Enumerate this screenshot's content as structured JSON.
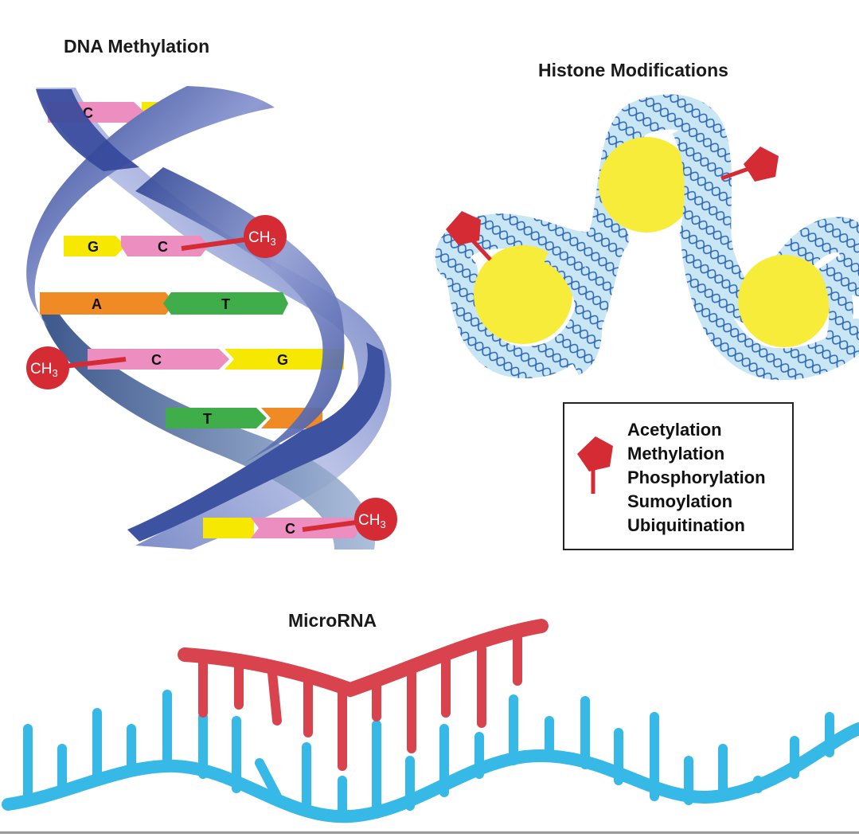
{
  "sections": {
    "dna_methylation": {
      "title": "DNA Methylation"
    },
    "histone_modifications": {
      "title": "Histone Modifications"
    },
    "microrna": {
      "title": "MicroRNA"
    }
  },
  "dna": {
    "rungs": [
      {
        "left": "C",
        "right": ""
      },
      {
        "left": "G",
        "right": "C"
      },
      {
        "left": "A",
        "right": "T"
      },
      {
        "left": "C",
        "right": "G"
      },
      {
        "left": "T",
        "right": ""
      },
      {
        "left": "",
        "right": "C"
      }
    ],
    "methyl_label": "CH3"
  },
  "histone_legend": {
    "items": [
      "Acetylation",
      "Methylation",
      "Phosphorylation",
      "Sumoylation",
      "Ubiquitination"
    ]
  },
  "colors": {
    "ribbon_dark": "#3a4f9c",
    "ribbon_light": "#9aa6d6",
    "cytosine": "#ec8fc0",
    "guanine": "#f6e800",
    "adenine": "#f08a24",
    "thymine": "#3fae4a",
    "methyl": "#d52b34",
    "histone_core": "#f7ec3a",
    "dna_wrap": "#bfe0f2",
    "dna_wrap_line": "#2e66b5",
    "mirna": "#d9434d",
    "mrna": "#36b9e6"
  }
}
